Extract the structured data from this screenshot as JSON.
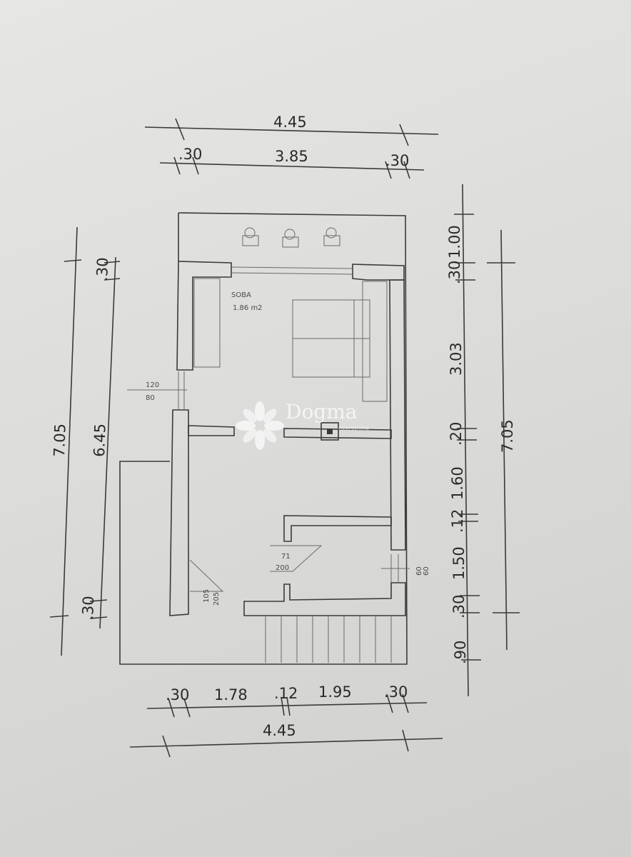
{
  "room": {
    "name": "SOBA",
    "area": "1.86 m2"
  },
  "dimensions": {
    "top_overall": "4.45",
    "top_left_wall": ".30",
    "top_inner": "3.85",
    "top_right_wall": ".30",
    "left_overall": "7.05",
    "left_inner": "6.45",
    "left_top_wall": ".30",
    "left_bottom_wall": ".30",
    "right_terrace": "1.00",
    "right_wall_top": ".30",
    "right_room": "3.03",
    "right_wall_mid": ".20",
    "right_bath": "1.60",
    "right_wall_bath": ".12",
    "right_hall": "1.50",
    "right_wall_bottom": ".30",
    "right_stairs": ".90",
    "right_overall": "7.05",
    "bottom_left_wall": ".30",
    "bottom_left_room": "1.78",
    "bottom_partition": ".12",
    "bottom_right_room": "1.95",
    "bottom_right_wall": ".30",
    "bottom_overall": "4.45"
  },
  "openings": {
    "window_left_top": "120",
    "window_left_bottom": "80",
    "door_hall_top": "71",
    "door_hall_bottom": "200",
    "door_left_top": "105",
    "door_left_bottom": "205",
    "window_right_top": "60",
    "window_right_bottom": "60"
  },
  "watermark": {
    "brand": "Dogma",
    "tagline": "nekretnine"
  },
  "colors": {
    "ink": "#3a3a3a",
    "paper": "#dcdcda"
  }
}
